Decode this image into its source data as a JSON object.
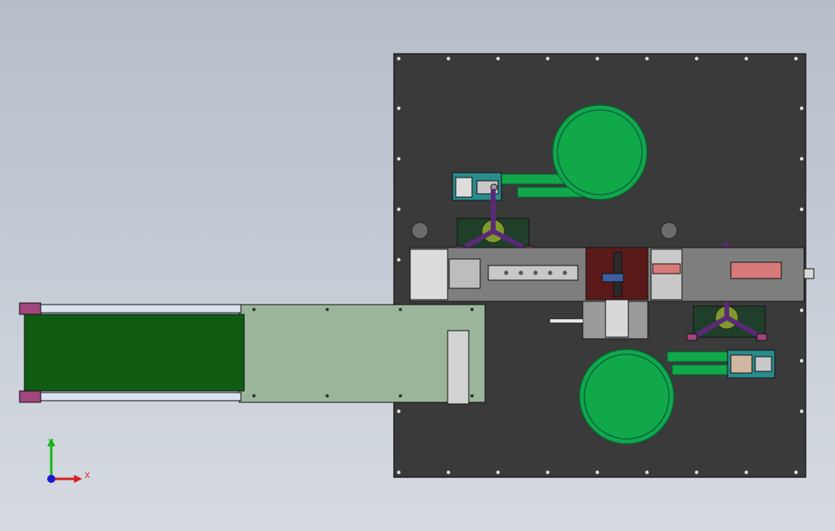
{
  "viewport": {
    "background_top": "#b6bdc8",
    "background_bottom": "#d6dbe2"
  },
  "colors": {
    "plate": "#3a3a3a",
    "rail": "#7e7e7e",
    "feeder_green": "#11a84a",
    "belt_green": "#0f5c12",
    "frame_green": "#9bb59a",
    "purple_arm": "#5a2a78",
    "pink_end": "#a0457e",
    "teal_block": "#2a8c8c",
    "dark_red": "#5a1a1a",
    "salmon": "#d87a7a"
  },
  "triad": {
    "x_label": "X",
    "y_label": "Y",
    "x_color": "#d42020",
    "y_color": "#18b418",
    "origin_color": "#1a1ad4"
  },
  "parts": {
    "base_plate": "base-plate",
    "upper_bowl_feeder": "vibratory-bowl-feeder",
    "lower_bowl_feeder": "vibratory-bowl-feeder",
    "upper_robot": "three-arm-gripper",
    "lower_robot": "three-arm-gripper",
    "center_rail": "linear-transfer-rail",
    "center_station": "press-station",
    "conveyor": "belt-conveyor"
  }
}
